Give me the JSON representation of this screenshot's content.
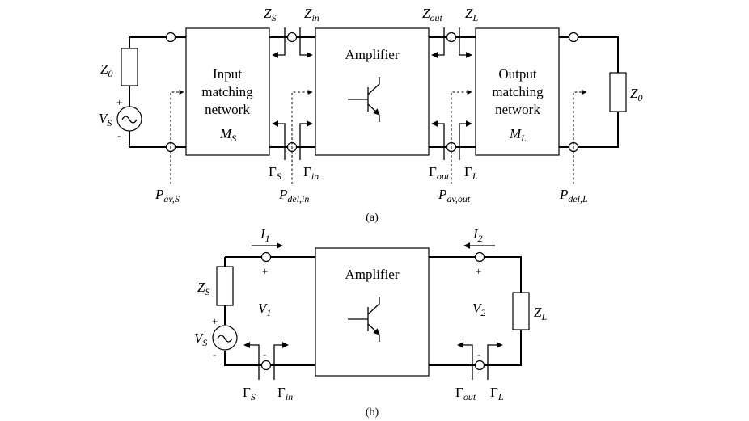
{
  "diagram_a": {
    "caption": "(a)",
    "input_network": {
      "line1": "Input",
      "line2": "matching",
      "line3": "network",
      "m_main": "M",
      "m_sub": "S"
    },
    "amplifier": "Amplifier",
    "output_network": {
      "line1": "Output",
      "line2": "matching",
      "line3": "network",
      "m_main": "M",
      "m_sub": "L"
    },
    "zs": {
      "main": "Z",
      "sub": "S"
    },
    "zin": {
      "main": "Z",
      "sub": "in"
    },
    "zout": {
      "main": "Z",
      "sub": "out"
    },
    "zl": {
      "main": "Z",
      "sub": "L"
    },
    "gs": {
      "main": "Γ",
      "sub": "S"
    },
    "gin": {
      "main": "Γ",
      "sub": "in"
    },
    "gout": {
      "main": "Γ",
      "sub": "out"
    },
    "gl": {
      "main": "Γ",
      "sub": "L"
    },
    "z0_left": {
      "main": "Z",
      "sub": "0"
    },
    "z0_right": {
      "main": "Z",
      "sub": "0"
    },
    "vs": {
      "main": "V",
      "sub": "S"
    },
    "plus": "+",
    "minus": "-",
    "pav_s": {
      "main": "P",
      "sub": "av,S"
    },
    "pdel_in": {
      "main": "P",
      "sub": "del,in"
    },
    "pav_out": {
      "main": "P",
      "sub": "av,out"
    },
    "pdel_l": {
      "main": "P",
      "sub": "del,L"
    }
  },
  "diagram_b": {
    "caption": "(b)",
    "amplifier": "Amplifier",
    "i1": {
      "main": "I",
      "sub": "1"
    },
    "i2": {
      "main": "I",
      "sub": "2"
    },
    "v1": {
      "main": "V",
      "sub": "1"
    },
    "v2": {
      "main": "V",
      "sub": "2"
    },
    "zs": {
      "main": "Z",
      "sub": "S"
    },
    "zl": {
      "main": "Z",
      "sub": "L"
    },
    "vs": {
      "main": "V",
      "sub": "S"
    },
    "gs": {
      "main": "Γ",
      "sub": "S"
    },
    "gin": {
      "main": "Γ",
      "sub": "in"
    },
    "gout": {
      "main": "Γ",
      "sub": "out"
    },
    "gl": {
      "main": "Γ",
      "sub": "L"
    },
    "plus": "+",
    "minus": "-"
  }
}
